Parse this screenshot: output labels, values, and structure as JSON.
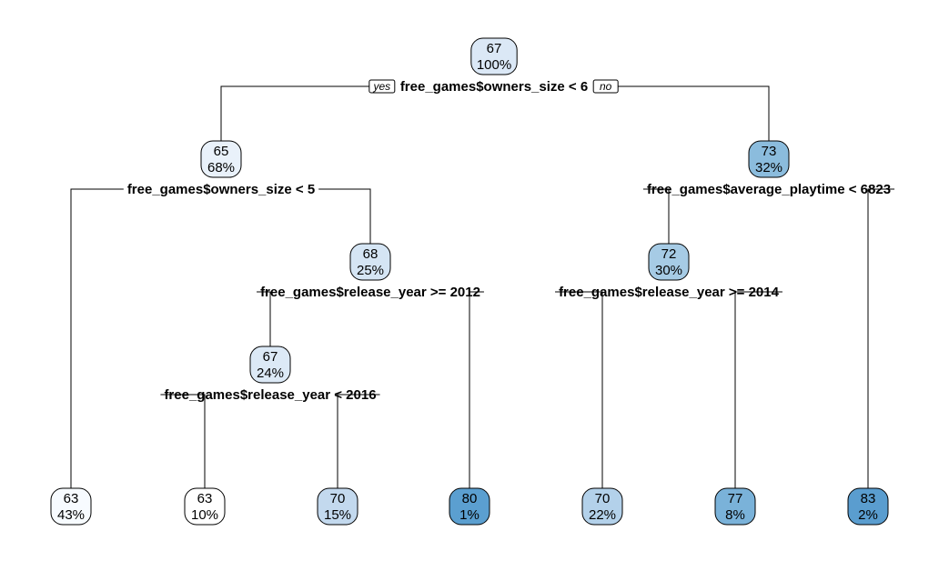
{
  "tree": {
    "labels": {
      "yes": "yes",
      "no": "no"
    },
    "nodes": [
      {
        "id": "root",
        "value": "67",
        "percent": "100%",
        "fill": "#dbe8f6",
        "split": "free_games$owners_size < 6"
      },
      {
        "id": "n2",
        "value": "65",
        "percent": "68%",
        "fill": "#e9f1fa",
        "split": "free_games$owners_size < 5"
      },
      {
        "id": "n3",
        "value": "73",
        "percent": "32%",
        "fill": "#8bbcdd",
        "split": "free_games$average_playtime < 6823"
      },
      {
        "id": "n5",
        "value": "68",
        "percent": "25%",
        "fill": "#d5e5f4",
        "split": "free_games$release_year >= 2012"
      },
      {
        "id": "n6",
        "value": "72",
        "percent": "30%",
        "fill": "#a6cbe5",
        "split": "free_games$release_year >= 2014"
      },
      {
        "id": "n10",
        "value": "67",
        "percent": "24%",
        "fill": "#dce9f6",
        "split": "free_games$release_year < 2016"
      },
      {
        "id": "leaf1",
        "value": "63",
        "percent": "43%",
        "fill": "#f7fbff"
      },
      {
        "id": "leaf2",
        "value": "63",
        "percent": "10%",
        "fill": "#ffffff"
      },
      {
        "id": "leaf3",
        "value": "70",
        "percent": "15%",
        "fill": "#c3d9ee"
      },
      {
        "id": "leaf4",
        "value": "80",
        "percent": "1%",
        "fill": "#5b9fd0"
      },
      {
        "id": "leaf5",
        "value": "70",
        "percent": "22%",
        "fill": "#b3d1ea"
      },
      {
        "id": "leaf6",
        "value": "77",
        "percent": "8%",
        "fill": "#7ab2d9"
      },
      {
        "id": "leaf7",
        "value": "83",
        "percent": "2%",
        "fill": "#5a9dcf"
      }
    ]
  }
}
